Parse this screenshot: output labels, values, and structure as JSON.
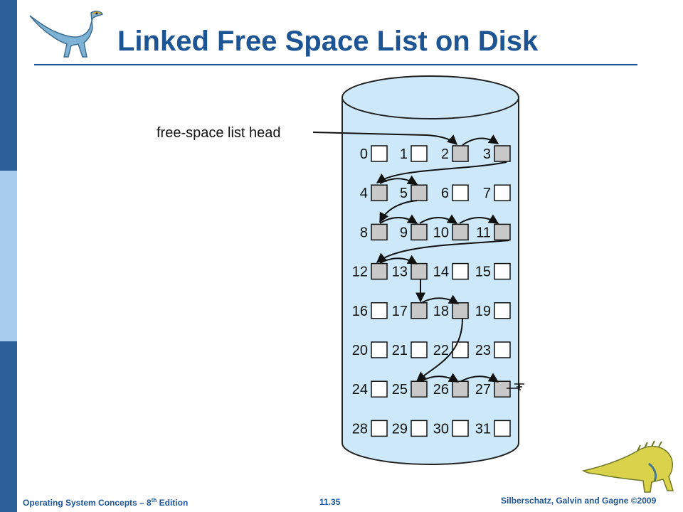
{
  "colors": {
    "accent": "#1c5494",
    "sidebar_dark": "#2d5f99",
    "sidebar_light": "#a8ccec",
    "disk_fill": "#cde9f9",
    "free_block": "#c8c8c8",
    "used_block": "#ffffff"
  },
  "slide": {
    "title": "Linked Free Space List on Disk",
    "footer_left": "Operating System Concepts – 8",
    "footer_left_sup": "th",
    "footer_left_suffix": " Edition",
    "page_number": "11.35",
    "footer_right": "Silberschatz, Galvin and Gagne ©2009"
  },
  "diagram": {
    "head_label": "free-space list head",
    "blocks": [
      {
        "n": "0",
        "free": false
      },
      {
        "n": "1",
        "free": false
      },
      {
        "n": "2",
        "free": true
      },
      {
        "n": "3",
        "free": true
      },
      {
        "n": "4",
        "free": true
      },
      {
        "n": "5",
        "free": true
      },
      {
        "n": "6",
        "free": false
      },
      {
        "n": "7",
        "free": false
      },
      {
        "n": "8",
        "free": true
      },
      {
        "n": "9",
        "free": true
      },
      {
        "n": "10",
        "free": true
      },
      {
        "n": "11",
        "free": true
      },
      {
        "n": "12",
        "free": true
      },
      {
        "n": "13",
        "free": true
      },
      {
        "n": "14",
        "free": false
      },
      {
        "n": "15",
        "free": false
      },
      {
        "n": "16",
        "free": false
      },
      {
        "n": "17",
        "free": true
      },
      {
        "n": "18",
        "free": true
      },
      {
        "n": "19",
        "free": false
      },
      {
        "n": "20",
        "free": false
      },
      {
        "n": "21",
        "free": false
      },
      {
        "n": "22",
        "free": false
      },
      {
        "n": "23",
        "free": false
      },
      {
        "n": "24",
        "free": false
      },
      {
        "n": "25",
        "free": true
      },
      {
        "n": "26",
        "free": true
      },
      {
        "n": "27",
        "free": true
      },
      {
        "n": "28",
        "free": false
      },
      {
        "n": "29",
        "free": false
      },
      {
        "n": "30",
        "free": false
      },
      {
        "n": "31",
        "free": false
      }
    ],
    "free_list": [
      "2",
      "3",
      "4",
      "5",
      "8",
      "9",
      "10",
      "11",
      "12",
      "13",
      "17",
      "18",
      "25",
      "26",
      "27"
    ],
    "list_end": "null-terminator-icon"
  }
}
